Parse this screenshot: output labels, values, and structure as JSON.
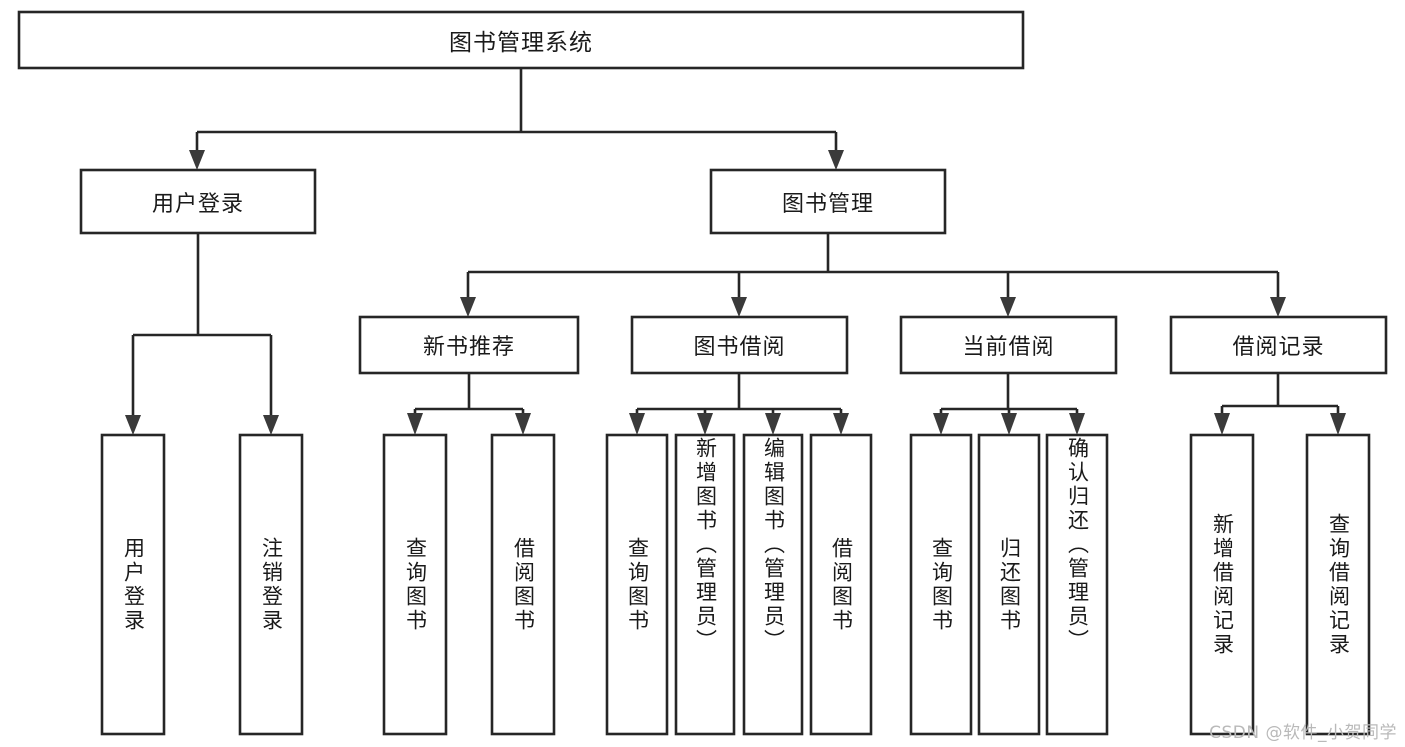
{
  "diagram": {
    "type": "tree-hierarchy-chart",
    "title": "图书管理系统",
    "orientation": "top-down",
    "box_fill": "#ffffff",
    "box_stroke": "#262626",
    "text_color": "#1a1a1a",
    "background": "#ffffff"
  },
  "nodes": {
    "root": {
      "label": "图书管理系统",
      "level": 0,
      "orientation": "horizontal"
    },
    "level1": [
      {
        "id": "user-login",
        "label": "用户登录",
        "orientation": "horizontal"
      },
      {
        "id": "book-manage",
        "label": "图书管理",
        "orientation": "horizontal"
      }
    ],
    "level2": [
      {
        "id": "new-book-recommend",
        "label": "新书推荐",
        "orientation": "horizontal",
        "parent": "book-manage"
      },
      {
        "id": "book-borrow",
        "label": "图书借阅",
        "orientation": "horizontal",
        "parent": "book-manage"
      },
      {
        "id": "current-borrow",
        "label": "当前借阅",
        "orientation": "horizontal",
        "parent": "book-manage"
      },
      {
        "id": "borrow-record",
        "label": "借阅记录",
        "orientation": "horizontal",
        "parent": "book-manage"
      }
    ],
    "leaves": {
      "user_login": [
        {
          "id": "leaf-user-login",
          "label": "用户登录",
          "orientation": "vertical"
        },
        {
          "id": "leaf-logout-login",
          "label": "注销登录",
          "orientation": "vertical"
        }
      ],
      "new_book_recommend": [
        {
          "id": "leaf-query-book-1",
          "label": "查询图书",
          "orientation": "vertical"
        },
        {
          "id": "leaf-borrow-book-1",
          "label": "借阅图书",
          "orientation": "vertical"
        }
      ],
      "book_borrow": [
        {
          "id": "leaf-query-book-2",
          "label": "查询图书",
          "orientation": "vertical"
        },
        {
          "id": "leaf-add-book",
          "label": "新增图书（管理员）",
          "orientation": "vertical"
        },
        {
          "id": "leaf-edit-book",
          "label": "编辑图书（管理员）",
          "orientation": "vertical"
        },
        {
          "id": "leaf-borrow-book-2",
          "label": "借阅图书",
          "orientation": "vertical"
        }
      ],
      "current_borrow": [
        {
          "id": "leaf-query-book-3",
          "label": "查询图书",
          "orientation": "vertical"
        },
        {
          "id": "leaf-return-book",
          "label": "归还图书",
          "orientation": "vertical"
        },
        {
          "id": "leaf-confirm-return",
          "label": "确认归还（管理员）",
          "orientation": "vertical"
        }
      ],
      "borrow_record": [
        {
          "id": "leaf-add-record",
          "label": "新增借阅记录",
          "orientation": "vertical"
        },
        {
          "id": "leaf-query-record",
          "label": "查询借阅记录",
          "orientation": "vertical"
        }
      ]
    }
  },
  "watermark": {
    "text": "CSDN @软件_小贺同学"
  }
}
